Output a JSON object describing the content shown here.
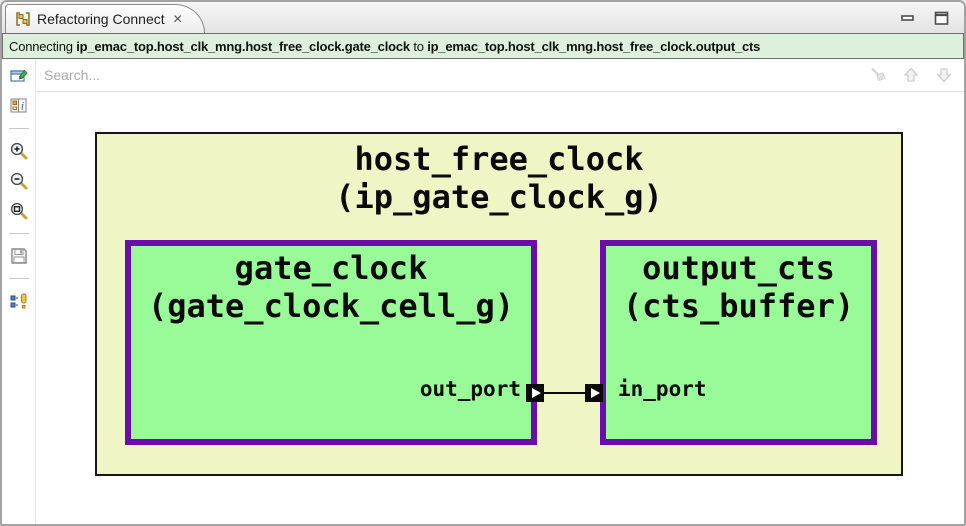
{
  "window": {
    "tab_label": "Refactoring Connect",
    "tab_close_glyph": "✕",
    "tab_icon": "diagram-icon",
    "controls": [
      "minimize-icon",
      "maximize-icon"
    ]
  },
  "info_bar": {
    "prefix": "Connecting",
    "source_path": "ip_emac_top.host_clk_mng.host_free_clock.gate_clock",
    "joiner": "to",
    "target_path": "ip_emac_top.host_clk_mng.host_free_clock.output_cts"
  },
  "search": {
    "placeholder": "Search...",
    "value": "",
    "buttons": [
      "clear-search-icon",
      "arrow-up-icon",
      "arrow-down-icon"
    ],
    "buttons_state": "disabled"
  },
  "toolbar": {
    "icons": [
      "new-diagram-icon",
      "properties-icon",
      "zoom-in-icon",
      "zoom-out-icon",
      "zoom-fit-icon",
      "save-icon",
      "show-connections-icon"
    ]
  },
  "diagram": {
    "parent": {
      "instance": "host_free_clock",
      "module": "(ip_gate_clock_g)"
    },
    "source": {
      "instance": "gate_clock",
      "module": "(gate_clock_cell_g)",
      "port": "out_port"
    },
    "target": {
      "instance": "output_cts",
      "module": "(cts_buffer)",
      "port": "in_port"
    },
    "connection": {
      "from": "out_port",
      "to": "in_port"
    }
  },
  "colors": {
    "info_bar_bg": "#dcf0dc",
    "parent_fill": "#f0f5c6",
    "child_fill": "#98fb98",
    "child_border": "#6a0dad",
    "wire": "#0a0a0a",
    "tab_icon_gold": "#e3c34f"
  }
}
